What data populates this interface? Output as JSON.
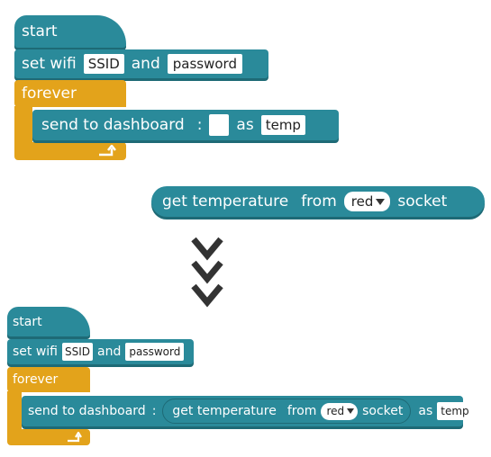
{
  "top_program": {
    "start": "start",
    "set_wifi": "set wifi",
    "ssid": "SSID",
    "and": "and",
    "password": "password",
    "forever": "forever",
    "send_to_dashboard": "send to dashboard",
    "colon": ":",
    "as": "as",
    "temp": "temp",
    "loop_arrow_icon": "loop-return-arrow"
  },
  "reporter": {
    "get_temperature": "get temperature",
    "from": "from",
    "red": "red",
    "socket": "socket"
  },
  "transition_icon": "triple-chevron-down",
  "bottom_program": {
    "start": "start",
    "set_wifi": "set wifi",
    "ssid": "SSID",
    "and": "and",
    "password": "password",
    "forever": "forever",
    "send_to_dashboard": "send to dashboard",
    "colon": ":",
    "get_temperature": "get temperature",
    "from": "from",
    "red": "red",
    "socket": "socket",
    "as": "as",
    "temp": "temp"
  }
}
